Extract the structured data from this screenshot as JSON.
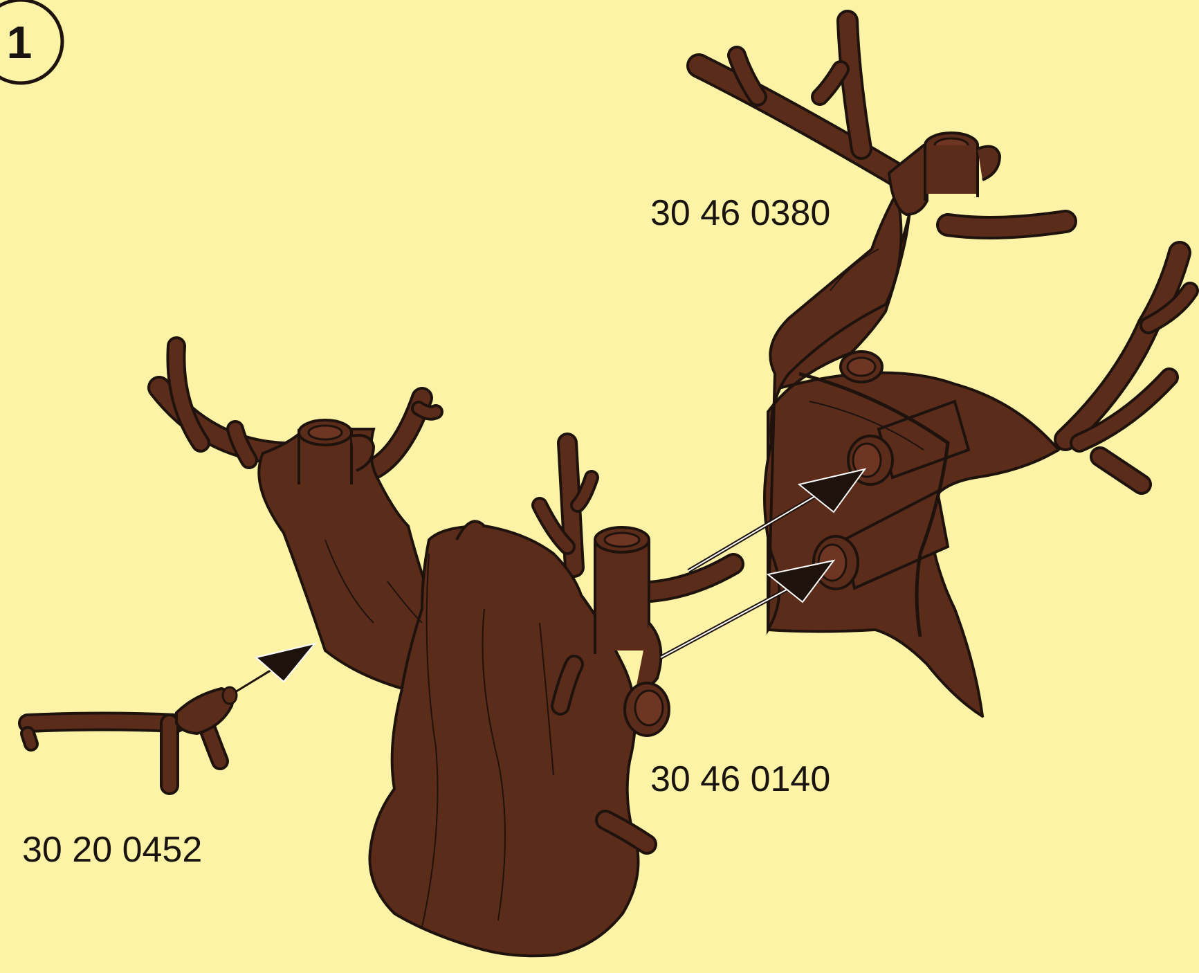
{
  "step_number": "1",
  "colors": {
    "background": "#FDF3A6",
    "wood": "#5C2C1B",
    "outline": "#1E120D",
    "text": "#1a1410"
  },
  "parts": {
    "top_right_label": "30 46 0380",
    "middle_label": "30 46 0140",
    "small_branch_label": "30 20 0452"
  }
}
